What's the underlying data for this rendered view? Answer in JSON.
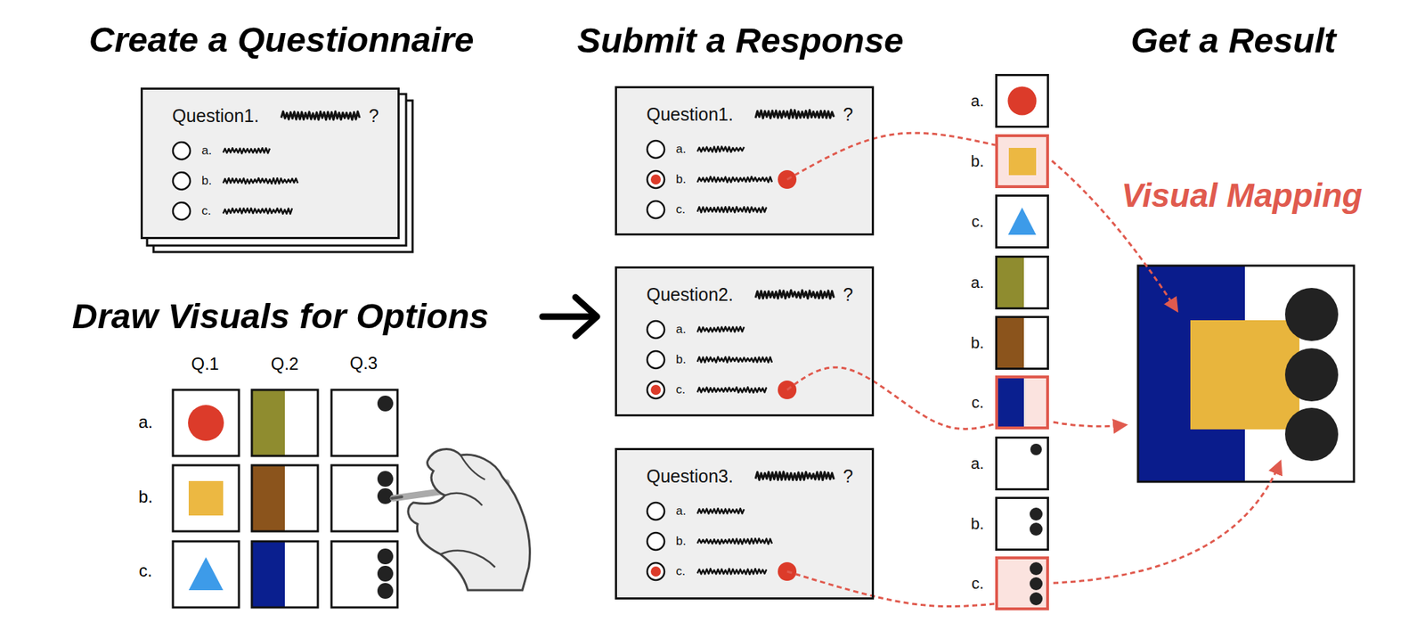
{
  "diagram": {
    "nodes": [
      {
        "text": [
          "Question1.",
          "?"
        ]
      },
      {
        "text": [
          "a."
        ],
        "in": 0
      },
      {
        "text": [
          "b."
        ],
        "in": 0
      },
      {
        "text": [
          "c."
        ],
        "in": 0
      },
      {
        "text": [
          "Question1.",
          "?"
        ]
      },
      {
        "text": [
          "a."
        ],
        "in": 4
      },
      {
        "text": [
          "b."
        ],
        "in": 4
      },
      {
        "text": [
          "c."
        ],
        "in": 4
      },
      {
        "text": [
          "Question2.",
          "?"
        ]
      },
      {
        "text": [
          "a."
        ],
        "in": 8
      },
      {
        "text": [
          "b."
        ],
        "in": 8
      },
      {
        "text": [
          "c."
        ],
        "in": 8
      },
      {
        "text": [
          "Question3.",
          "?"
        ]
      },
      {
        "text": [
          "a."
        ],
        "in": 12
      },
      {
        "text": [
          "b."
        ],
        "in": 12
      },
      {
        "text": [
          "c."
        ],
        "in": 12
      },
      {
        "text": [
          "a."
        ]
      },
      {
        "text": [
          "b."
        ]
      },
      {
        "text": [
          "c."
        ]
      },
      {
        "text": [
          "a."
        ]
      },
      {
        "text": [
          "b."
        ]
      },
      {
        "text": [
          "c."
        ]
      },
      {
        "text": [
          "a."
        ]
      },
      {
        "text": [
          "b."
        ]
      },
      {
        "text": [
          "c."
        ]
      }
    ],
    "edges": [
      {
        "from": 6,
        "to": 17,
        "arrow": "none"
      },
      {
        "from": 11,
        "to": 21,
        "arrow": "none"
      },
      {
        "from": 15,
        "to": 24,
        "arrow": "none"
      }
    ],
    "labels": [
      "Create a Questionnaire",
      "Submit a Response",
      "Get a Result",
      "Visual Mapping",
      "Draw Visuals for Options",
      "Q.1",
      "Q.2",
      "Q.3",
      "a.",
      "b.",
      "c."
    ]
  }
}
